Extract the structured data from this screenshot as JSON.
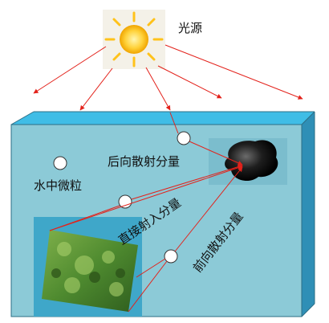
{
  "labels": {
    "light_source": "光源",
    "particles": "水中微粒",
    "backscatter": "后向散射分量",
    "direct": "直接射入分量",
    "forward": "前向散射分量"
  },
  "colors": {
    "tank_front": "#8ccad7",
    "tank_top": "#3fbde6",
    "tank_side": "#2f8fb6",
    "ray": "#e3221b",
    "label_text": "#111111"
  },
  "icons": {
    "sun": "sun-icon",
    "object": "black-object-icon",
    "scene": "underwater-plant-image",
    "particle": "particle-icon"
  }
}
